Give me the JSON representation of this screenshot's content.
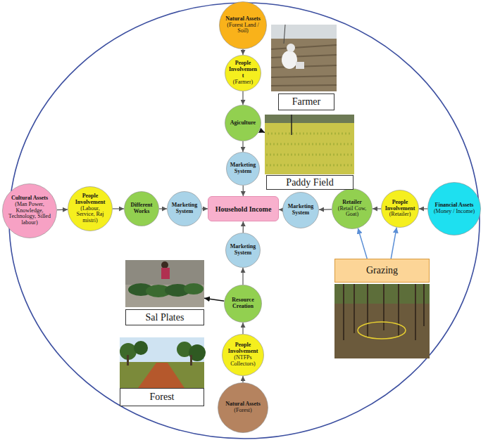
{
  "diagram": {
    "nodes": [
      {
        "text": [
          "Natural Assets",
          "(Forest Land / Soil)"
        ]
      },
      {
        "text": [
          "People Involvement",
          "(Farmer)"
        ]
      },
      {
        "text": [
          "Agiculture"
        ]
      },
      {
        "text": [
          "Marketing System"
        ]
      },
      {
        "text": [
          "Household Income"
        ]
      },
      {
        "text": [
          "Cultural Assets",
          "(Man Power, Knowledge, Technology, Silled labour)"
        ]
      },
      {
        "text": [
          "People Involvement",
          "(Labour, Service, Raj mistri)"
        ]
      },
      {
        "text": [
          "Different Works"
        ]
      },
      {
        "text": [
          "Marketing System"
        ]
      },
      {
        "text": [
          "Marketing System"
        ]
      },
      {
        "text": [
          "Retailer",
          "(Retail Cow, Goat)"
        ]
      },
      {
        "text": [
          "People Involvement",
          "(Retailer)"
        ]
      },
      {
        "text": [
          "Financial Assets",
          "(Money / Income)"
        ]
      },
      {
        "text": [
          "Marketing System"
        ]
      },
      {
        "text": [
          "Resource Creation"
        ]
      },
      {
        "text": [
          "People Involvement",
          "(NTFPs Collectors)"
        ]
      },
      {
        "text": [
          "Natural Assets",
          "(Forest)"
        ]
      },
      {
        "text": [
          "Farmer"
        ]
      },
      {
        "text": [
          "Paddy Field"
        ]
      },
      {
        "text": [
          "Sal Plates"
        ]
      },
      {
        "text": [
          "Forest"
        ]
      },
      {
        "text": [
          "Grazing"
        ]
      }
    ],
    "edges": [
      {
        "from": 0,
        "to": 1,
        "arrow": "to"
      },
      {
        "from": 1,
        "to": 2,
        "arrow": "to"
      },
      {
        "from": 2,
        "to": 3,
        "arrow": "to"
      },
      {
        "from": 3,
        "to": 4,
        "arrow": "to"
      },
      {
        "from": 5,
        "to": 6,
        "arrow": "to"
      },
      {
        "from": 6,
        "to": 7,
        "arrow": "to"
      },
      {
        "from": 7,
        "to": 8,
        "arrow": "to"
      },
      {
        "from": 8,
        "to": 4,
        "arrow": "to"
      },
      {
        "from": 12,
        "to": 11,
        "arrow": "to"
      },
      {
        "from": 11,
        "to": 10,
        "arrow": "to"
      },
      {
        "from": 10,
        "to": 9,
        "arrow": "to"
      },
      {
        "from": 9,
        "to": 4,
        "arrow": "to"
      },
      {
        "from": 16,
        "to": 15,
        "arrow": "to"
      },
      {
        "from": 15,
        "to": 14,
        "arrow": "to"
      },
      {
        "from": 14,
        "to": 13,
        "arrow": "to"
      },
      {
        "from": 13,
        "to": 4,
        "arrow": "to"
      },
      {
        "from": 2,
        "to": 18,
        "arrow": "to"
      },
      {
        "from": 14,
        "to": 19,
        "arrow": "to"
      },
      {
        "from": 21,
        "to": 10,
        "arrow": "to"
      },
      {
        "from": 21,
        "to": 11,
        "arrow": "to"
      }
    ]
  }
}
